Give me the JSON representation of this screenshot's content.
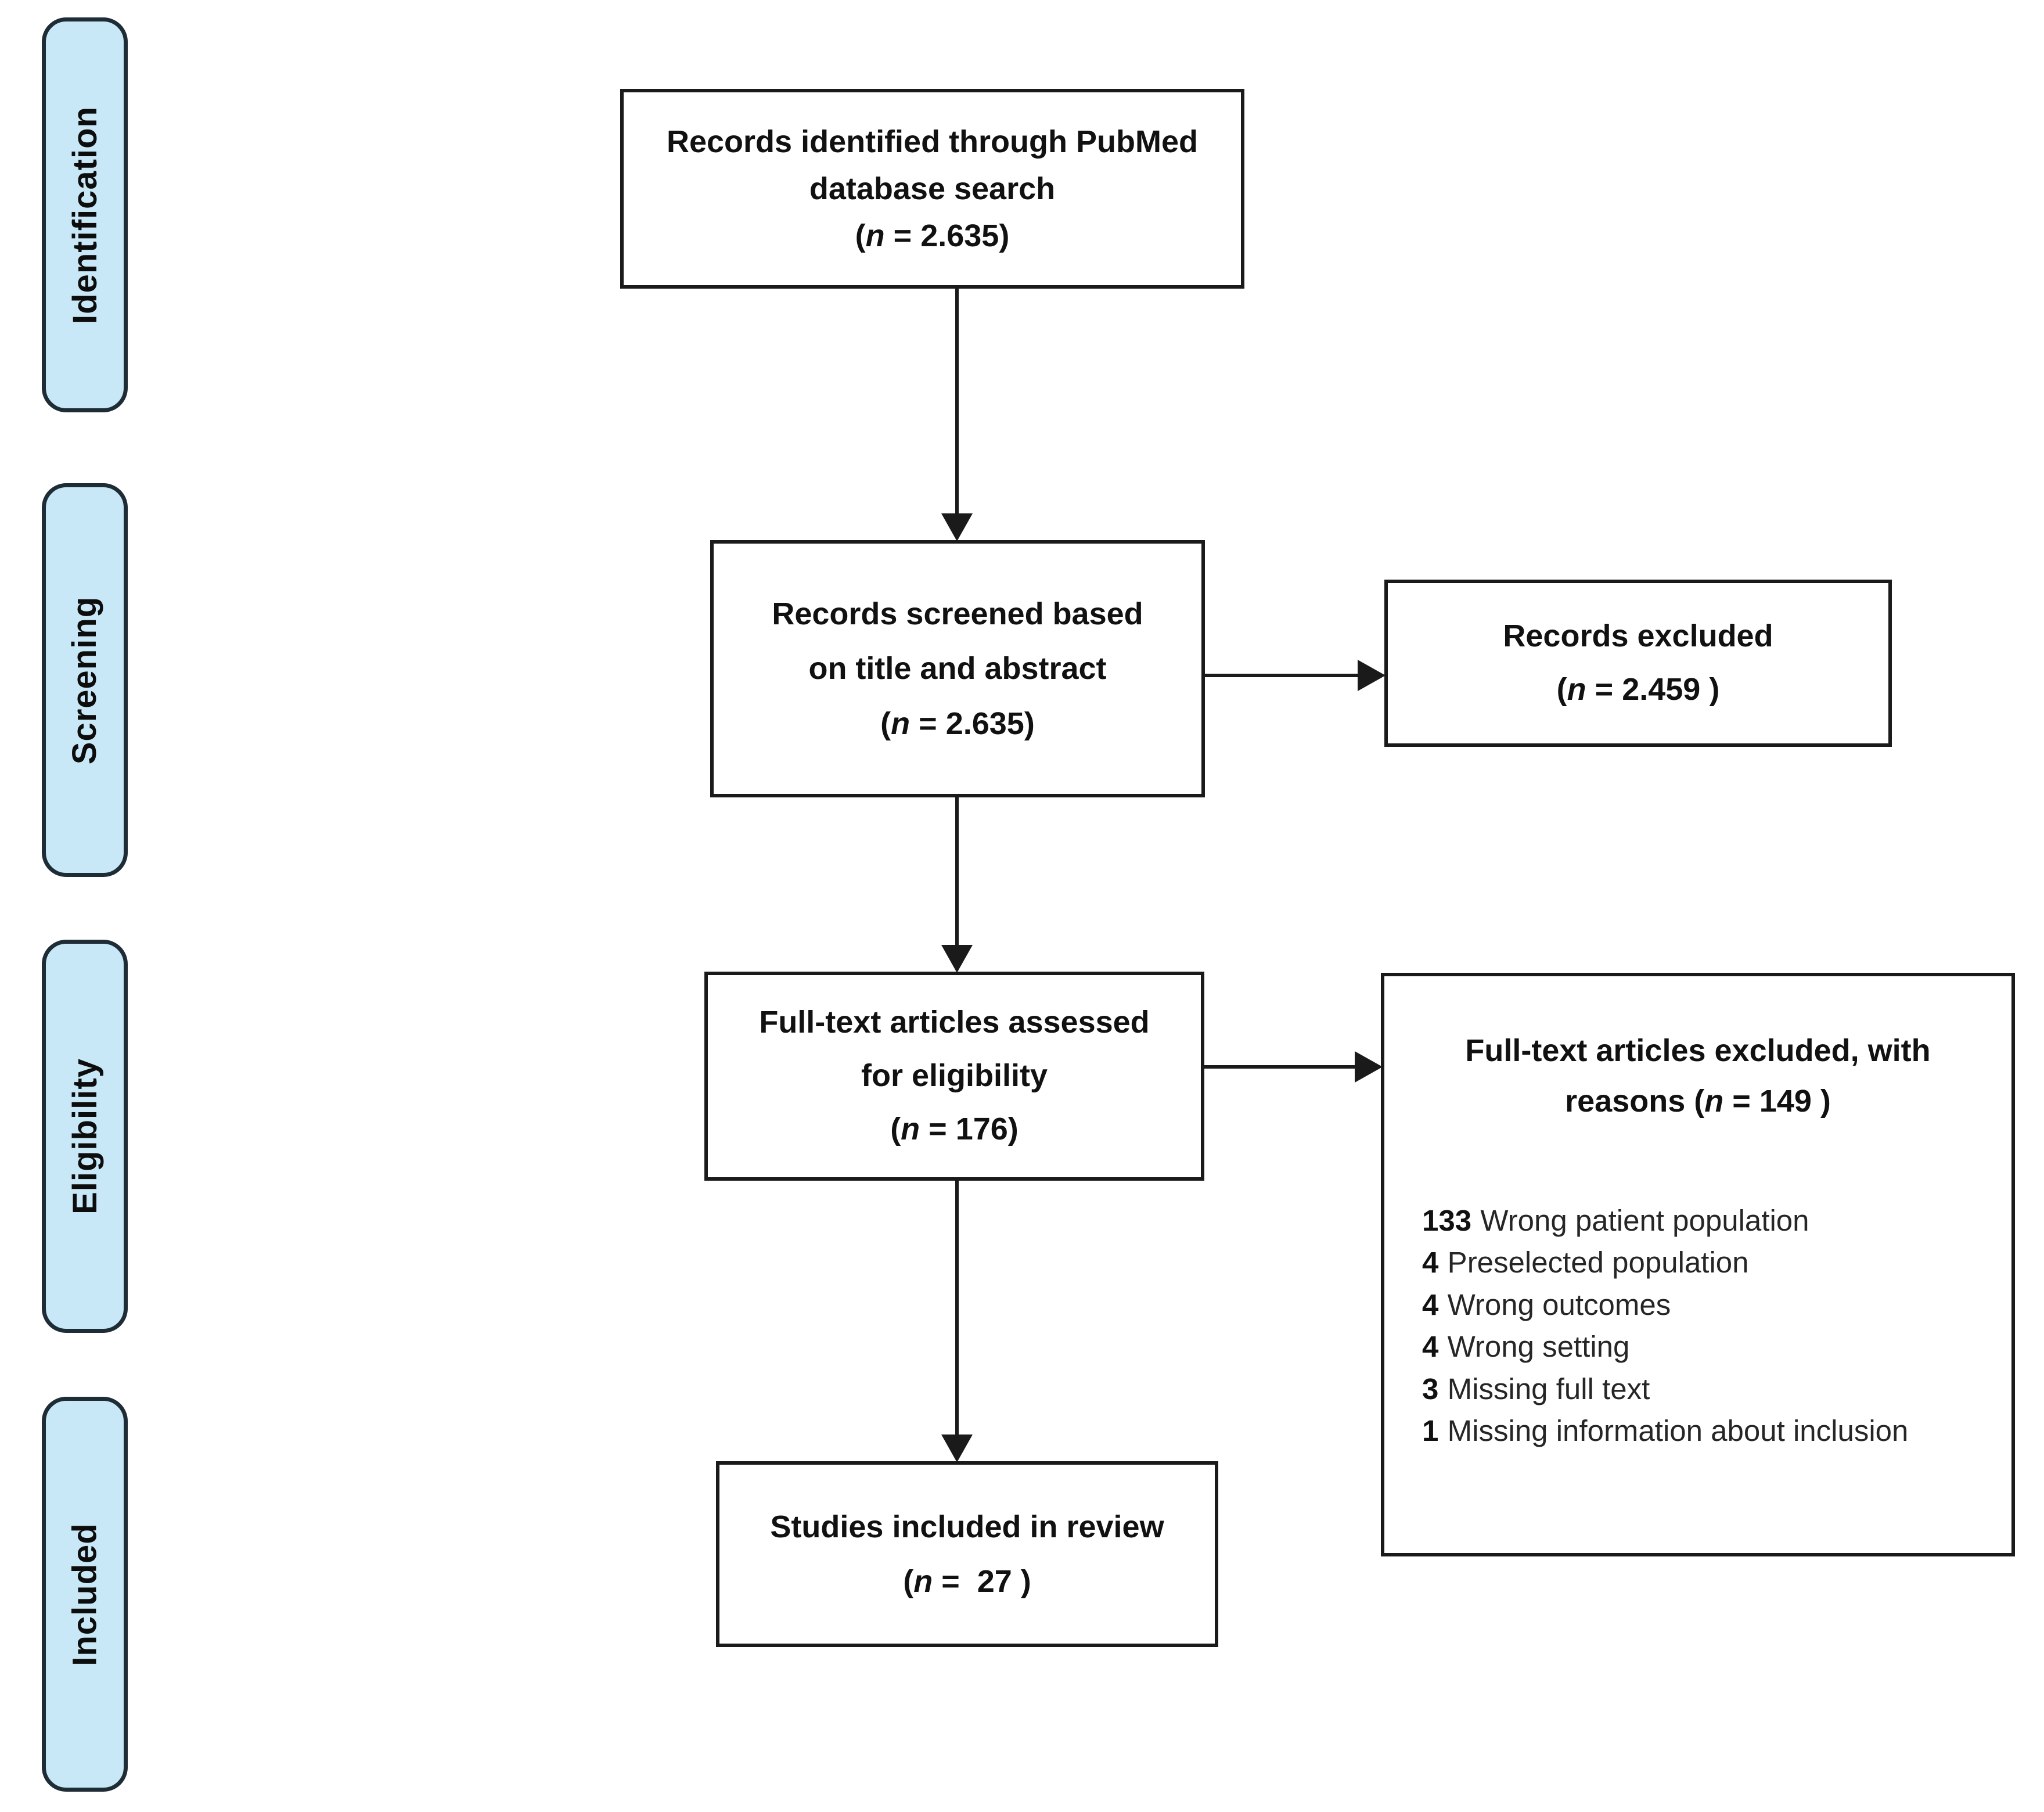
{
  "diagram": {
    "type": "prisma-flow",
    "colors": {
      "stage_fill": "#c9e8f7",
      "stage_border": "#1e2c36",
      "box_border": "#1a1a1a",
      "text": "#111111"
    }
  },
  "sidebar": {
    "stages": [
      {
        "label": "Identification"
      },
      {
        "label": "Screening"
      },
      {
        "label": "Eligibility"
      },
      {
        "label": "Included"
      }
    ]
  },
  "boxes": {
    "identified": {
      "lines": [
        "Records identified through PubMed",
        "database search"
      ],
      "count_prefix": "(",
      "count_italic": "n",
      "count_suffix": " = 2.635)"
    },
    "screened": {
      "lines": [
        "Records screened based",
        "on title and abstract"
      ],
      "count_prefix": "(",
      "count_italic": "n",
      "count_suffix": " = 2.635)"
    },
    "records_excluded": {
      "lines": [
        "Records excluded"
      ],
      "count_prefix": "(",
      "count_italic": "n",
      "count_suffix": " = 2.459 )"
    },
    "fulltext_assessed": {
      "lines": [
        "Full-text articles assessed",
        "for eligibility"
      ],
      "count_prefix": "(",
      "count_italic": "n",
      "count_suffix": " = 176)"
    },
    "fulltext_excluded": {
      "header_line1": "Full-text articles excluded, with",
      "header_line2_prefix": "reasons (",
      "header_line2_italic": "n",
      "header_line2_suffix": " = 149 )",
      "reasons": [
        {
          "num": "133",
          "text": "Wrong patient population"
        },
        {
          "num": "4",
          "text": "Preselected population"
        },
        {
          "num": "4",
          "text": "Wrong outcomes"
        },
        {
          "num": "4",
          "text": "Wrong setting"
        },
        {
          "num": "3",
          "text": "Missing full text"
        },
        {
          "num": "1",
          "text": "Missing information about inclusion"
        }
      ]
    },
    "included": {
      "lines": [
        "Studies included in review"
      ],
      "count_prefix": "(",
      "count_italic": "n",
      "count_suffix": " =  27 )"
    }
  }
}
